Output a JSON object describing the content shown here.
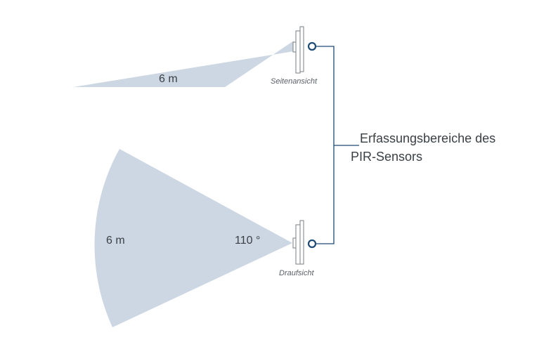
{
  "side_view": {
    "range_label": "6 m",
    "view_label": "Seitenansicht"
  },
  "top_view": {
    "range_label": "6 m",
    "angle_label": "110 °",
    "view_label": "Draufsicht"
  },
  "callout": {
    "line1": "Erfassungsbereiche des",
    "line2": "PIR-Sensors"
  },
  "colors": {
    "detection_area": "#ccd7e3",
    "leader_line": "#1e4a73",
    "text": "#3a3f44",
    "sensor_outline": "#7a7f85"
  }
}
